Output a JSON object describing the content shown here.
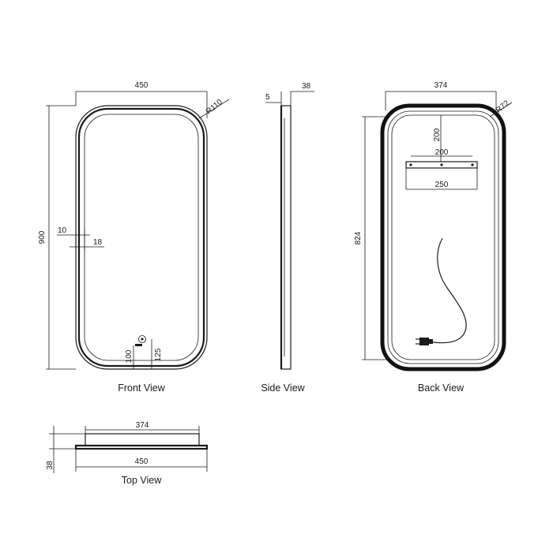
{
  "views": {
    "front": {
      "caption": "Front View",
      "dims": {
        "width": "450",
        "height": "900",
        "radius": "R110",
        "frame_outer": "10",
        "frame_inner": "18",
        "switch_a": "100",
        "switch_b": "125"
      },
      "icons": [
        "touch-switch-icon"
      ]
    },
    "side": {
      "caption": "Side View",
      "dims": {
        "depth": "38",
        "thickness": "5"
      }
    },
    "back": {
      "caption": "Back View",
      "dims": {
        "width": "374",
        "height": "824",
        "radius": "R72",
        "bracket_offset": "200",
        "bracket_span": "200",
        "bracket_width": "250"
      },
      "icons": [
        "power-cord-icon",
        "plug-icon"
      ]
    },
    "top": {
      "caption": "Top View",
      "dims": {
        "inner_width": "374",
        "outer_width": "450",
        "depth": "38"
      }
    }
  },
  "colors": {
    "line": "#1a1a1a",
    "background": "#ffffff"
  }
}
